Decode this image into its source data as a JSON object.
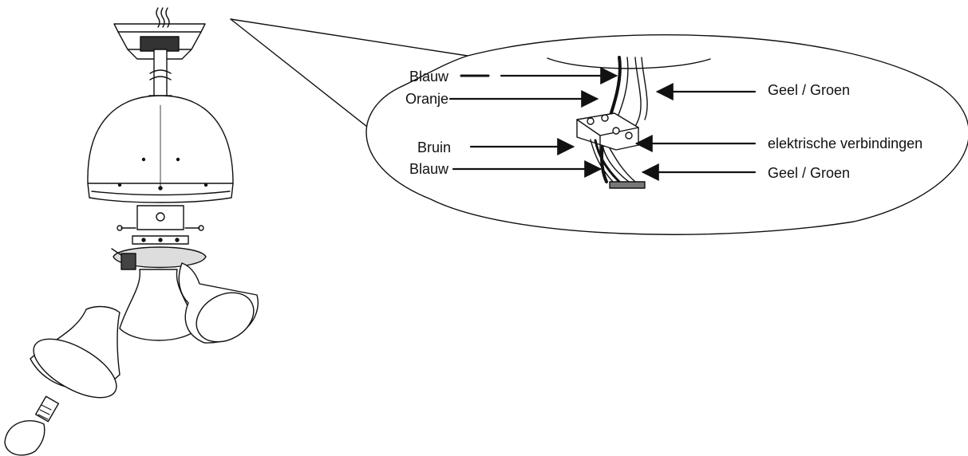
{
  "labels": {
    "left_blauw_top": "Blauw",
    "left_oranje": "Oranje",
    "left_bruin": "Bruin",
    "left_blauw_bottom": "Blauw",
    "right_geel_groen_top": "Geel / Groen",
    "right_verbindingen": "elektrische verbindingen",
    "right_geel_groen_bottom": "Geel / Groen"
  },
  "colors": {
    "line": "#111111",
    "background": "#ffffff"
  }
}
